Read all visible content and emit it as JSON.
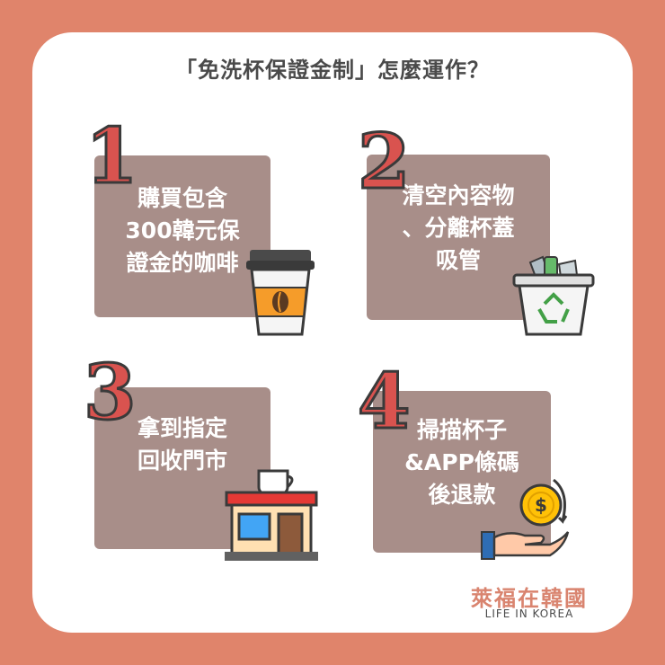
{
  "title": "「免洗杯保證金制」怎麼運作？",
  "steps": [
    {
      "number": "1",
      "lines": [
        "購買包含",
        "300韓元保",
        "證金的咖啡"
      ]
    },
    {
      "number": "2",
      "lines": [
        "清空內容物",
        "、分離杯蓋",
        "吸管"
      ]
    },
    {
      "number": "3",
      "lines": [
        "拿到指定",
        "回收門市"
      ]
    },
    {
      "number": "4",
      "lines": [
        "掃描杯子",
        "&APP條碼",
        "後退款"
      ]
    }
  ],
  "icons": [
    "coffee-cup-icon",
    "recycle-bin-icon",
    "store-icon",
    "refund-coin-icon"
  ],
  "brand": {
    "name": "萊福在韓國",
    "tagline": "LIFE IN KOREA"
  },
  "colors": {
    "background": "#E0846B",
    "card": "#FFFFFF",
    "step_box": "#A88E89",
    "number": "#D9534F",
    "brand": "#D9846F"
  }
}
